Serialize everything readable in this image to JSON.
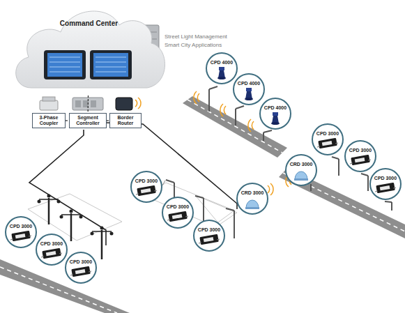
{
  "diagram": {
    "nodes": [
      {
        "text": [
          "Command Center"
        ]
      },
      {
        "text": [
          "3-Phase Coupler"
        ]
      },
      {
        "text": [
          "Segment Controller"
        ]
      },
      {
        "text": [
          "Border Router"
        ]
      },
      {
        "text": [
          "CPD 4000"
        ]
      },
      {
        "text": [
          "CPD 4000"
        ]
      },
      {
        "text": [
          "CPD 4000"
        ]
      },
      {
        "text": [
          "CPD 3000"
        ]
      },
      {
        "text": [
          "CPD 3000"
        ]
      },
      {
        "text": [
          "CRD 3000"
        ]
      },
      {
        "text": [
          "CPD 3000"
        ]
      },
      {
        "text": [
          "CPD 3000"
        ]
      },
      {
        "text": [
          "CRD 3000"
        ]
      },
      {
        "text": [
          "CPD 3000"
        ]
      },
      {
        "text": [
          "CPD 3000"
        ]
      },
      {
        "text": [
          "CPD 3000"
        ]
      },
      {
        "text": [
          "CPD 3000"
        ]
      },
      {
        "text": [
          "CPD 3000"
        ]
      }
    ],
    "edges": [
      {
        "from": 0,
        "to": 2,
        "arrow": "none"
      },
      {
        "from": 1,
        "to": 2,
        "arrow": "none"
      },
      {
        "from": 2,
        "to": 3,
        "arrow": "none"
      }
    ],
    "labels": [
      "Street Light Management",
      "Smart City Applications"
    ]
  }
}
